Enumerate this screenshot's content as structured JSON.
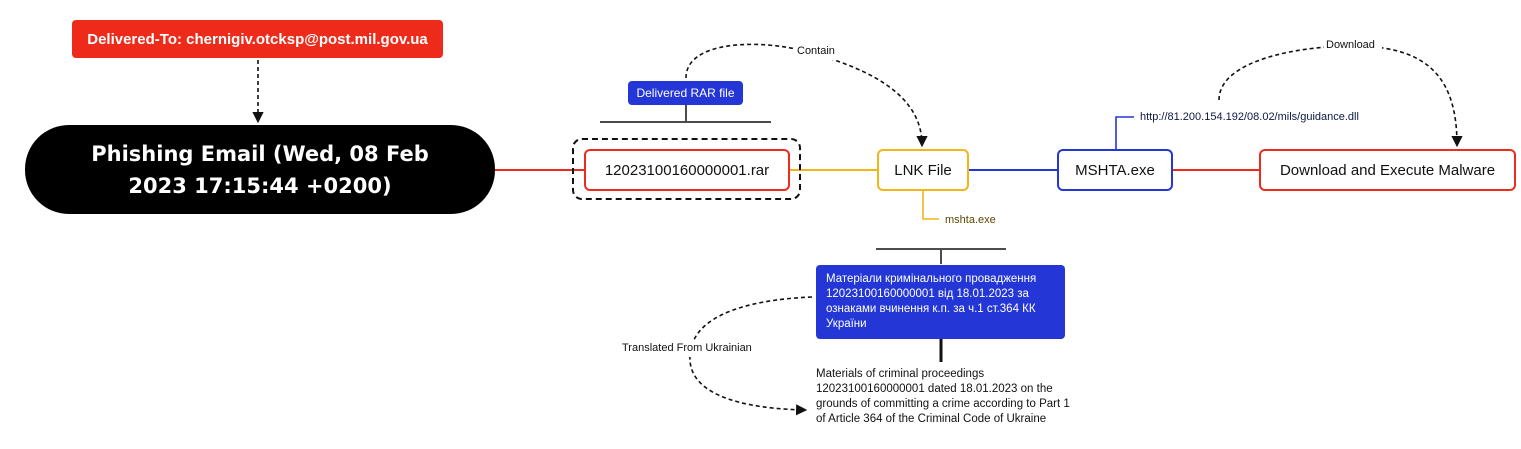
{
  "nodes": {
    "delivered_to": "Delivered-To: chernigiv.otcksp@post.mil.gov.ua",
    "phishing_email": "Phishing Email (Wed, 08 Feb\n2023 17:15:44 +0200)",
    "delivered_rar": "Delivered RAR file",
    "rar_file": "12023100160000001.rar",
    "lnk_file": "LNK File",
    "mshta_exe": "MSHTA.exe",
    "download_execute": "Download and Execute Malware"
  },
  "labels": {
    "contain": "Contain",
    "download": "Download",
    "url": "http://81.200.154.192/08.02/mils/guidance.dll",
    "mshta_cmd": "mshta.exe",
    "translated": "Translated From Ukrainian"
  },
  "ukrainian_text": "Матеріали кримінального провадження 12023100160000001 від 18.01.2023 за ознаками вчинення к.п. за ч.1 ст.364 КК України",
  "english_text": "Materials of criminal proceedings 12023100160000001 dated 18.01.2023 on the grounds of committing a crime according to Part 1 of Article 364 of the Criminal Code of Ukraine",
  "colors": {
    "red": "#ee2b1b",
    "blue": "#2437d6",
    "yellow": "#f2b61b",
    "black": "#000000"
  }
}
